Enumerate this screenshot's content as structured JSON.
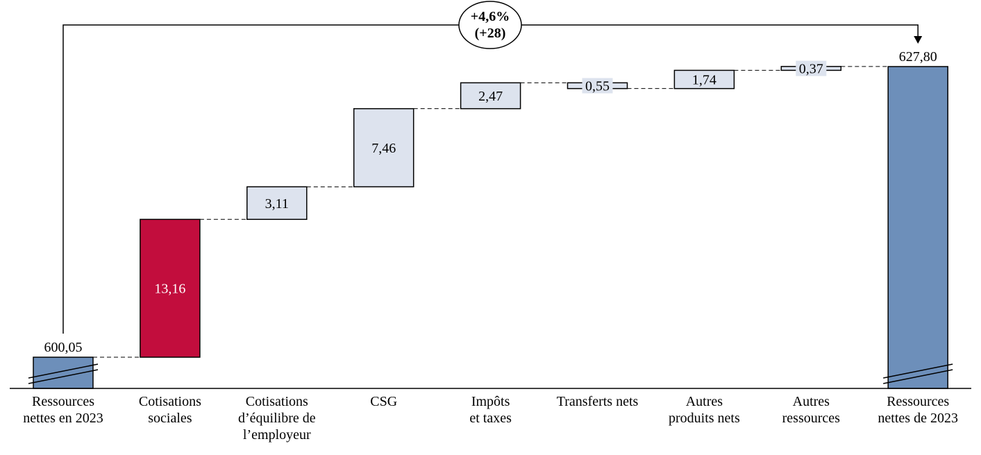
{
  "chart_data": {
    "type": "waterfall",
    "title": "",
    "categories": [
      [
        "Ressources",
        "nettes en 2023"
      ],
      [
        "Cotisations",
        "sociales"
      ],
      [
        "Cotisations",
        "d’équilibre de",
        "l’employeur"
      ],
      [
        "CSG"
      ],
      [
        "Impôts",
        "et taxes"
      ],
      [
        "Transferts nets"
      ],
      [
        "Autres",
        "produits nets"
      ],
      [
        "Autres",
        "ressources"
      ],
      [
        "Ressources",
        "nettes de 2023"
      ]
    ],
    "kinds": [
      "total",
      "increase",
      "increase",
      "increase",
      "increase",
      "decrease",
      "increase",
      "increase",
      "total"
    ],
    "values": [
      600.05,
      13.16,
      3.11,
      7.46,
      2.47,
      -0.55,
      1.74,
      0.37,
      627.8
    ],
    "labels": [
      "600,05",
      "13,16",
      "3,11",
      "7,46",
      "2,47",
      "0,55",
      "1,74",
      "0,37",
      "627,80"
    ],
    "axis_break": true,
    "annotation": {
      "line1": "+4,6%",
      "line2": "(+28)"
    },
    "colors": {
      "total": "#6d8fba",
      "highlight": "#c20d3d",
      "step": "#dde3ee"
    },
    "highlight_index": 1
  }
}
